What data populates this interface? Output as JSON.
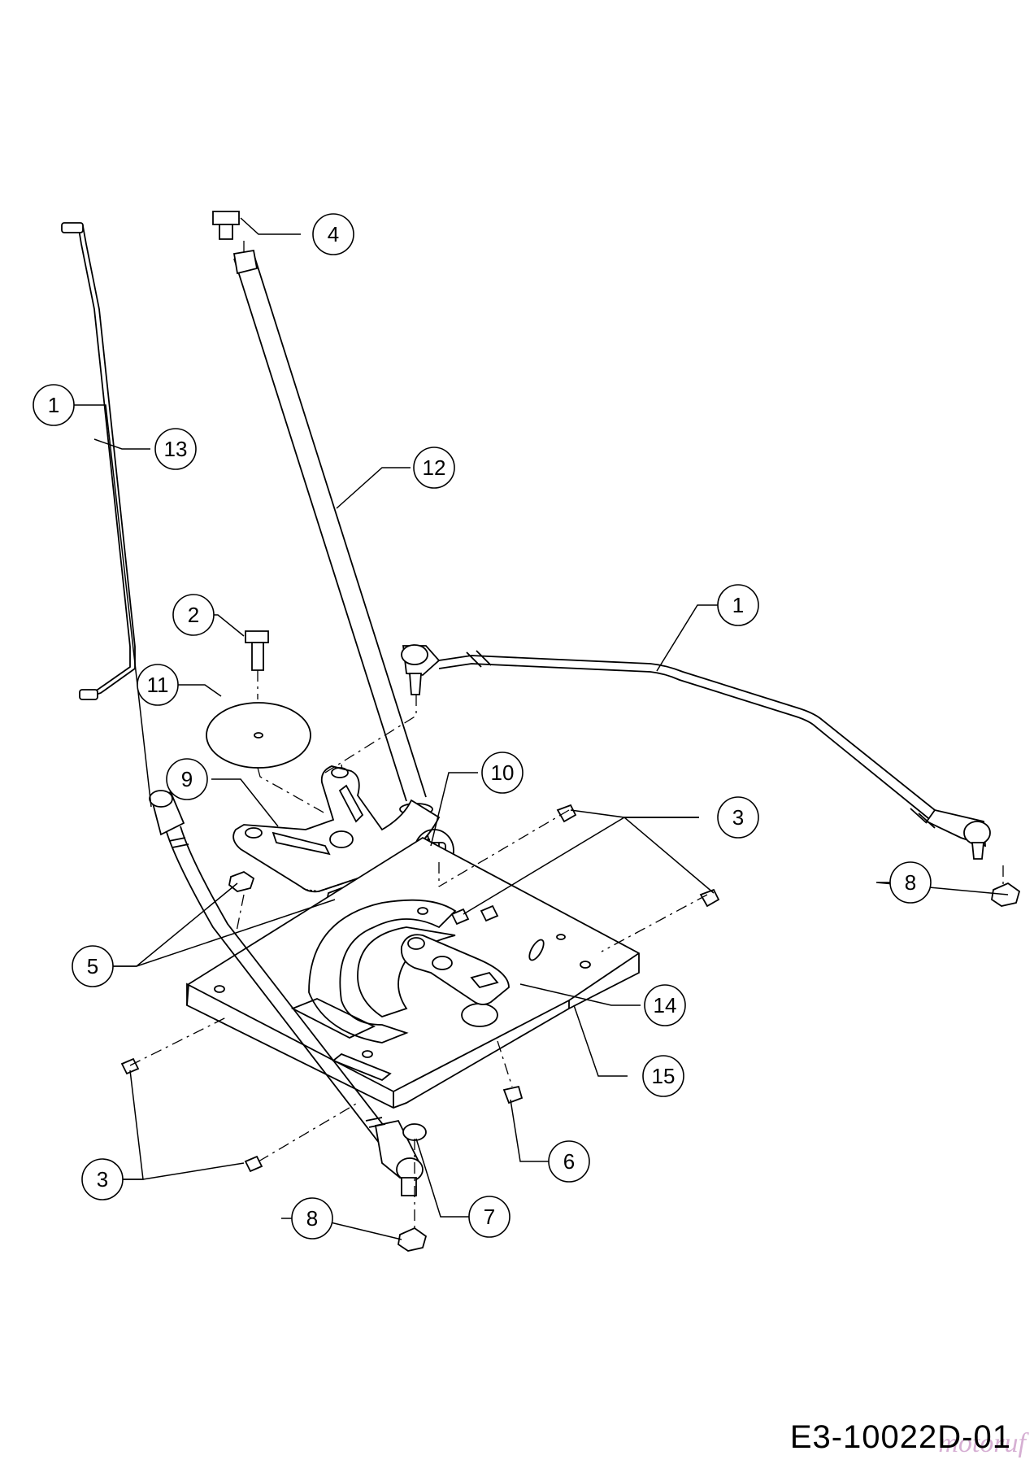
{
  "drawing_code": "E3-10022D-01",
  "watermark": "motoruf",
  "callouts": [
    {
      "id": "c1a",
      "label": "1"
    },
    {
      "id": "c1b",
      "label": "1"
    },
    {
      "id": "c2",
      "label": "2"
    },
    {
      "id": "c3a",
      "label": "3"
    },
    {
      "id": "c3b",
      "label": "3"
    },
    {
      "id": "c4",
      "label": "4"
    },
    {
      "id": "c5",
      "label": "5"
    },
    {
      "id": "c6",
      "label": "6"
    },
    {
      "id": "c7",
      "label": "7"
    },
    {
      "id": "c8a",
      "label": "8"
    },
    {
      "id": "c8b",
      "label": "8"
    },
    {
      "id": "c9",
      "label": "9"
    },
    {
      "id": "c10",
      "label": "10"
    },
    {
      "id": "c11",
      "label": "11"
    },
    {
      "id": "c12",
      "label": "12"
    },
    {
      "id": "c13",
      "label": "13"
    },
    {
      "id": "c14",
      "label": "14"
    },
    {
      "id": "c15",
      "label": "15"
    }
  ]
}
